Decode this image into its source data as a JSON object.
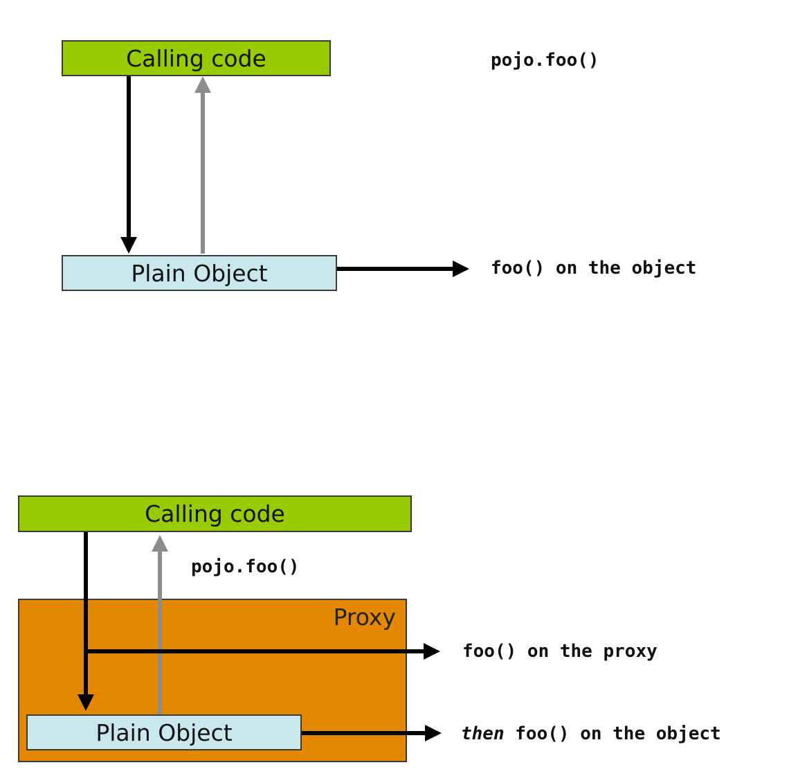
{
  "colors": {
    "calling_code_fill": "#99cc00",
    "plain_object_fill": "#c8e8ec",
    "proxy_fill": "#e48800",
    "call_arrow": "#000000",
    "return_arrow": "#8c8c8c"
  },
  "top_diagram": {
    "calling_code_label": "Calling code",
    "plain_object_label": "Plain Object",
    "call_text": "pojo.foo()",
    "result_text": "foo() on the object"
  },
  "bottom_diagram": {
    "calling_code_label": "Calling code",
    "call_text": "pojo.foo()",
    "proxy_label": "Proxy",
    "plain_object_label": "Plain Object",
    "proxy_result_text": "foo() on the proxy",
    "object_result_prefix": "then",
    "object_result_text": " foo() on the object"
  }
}
